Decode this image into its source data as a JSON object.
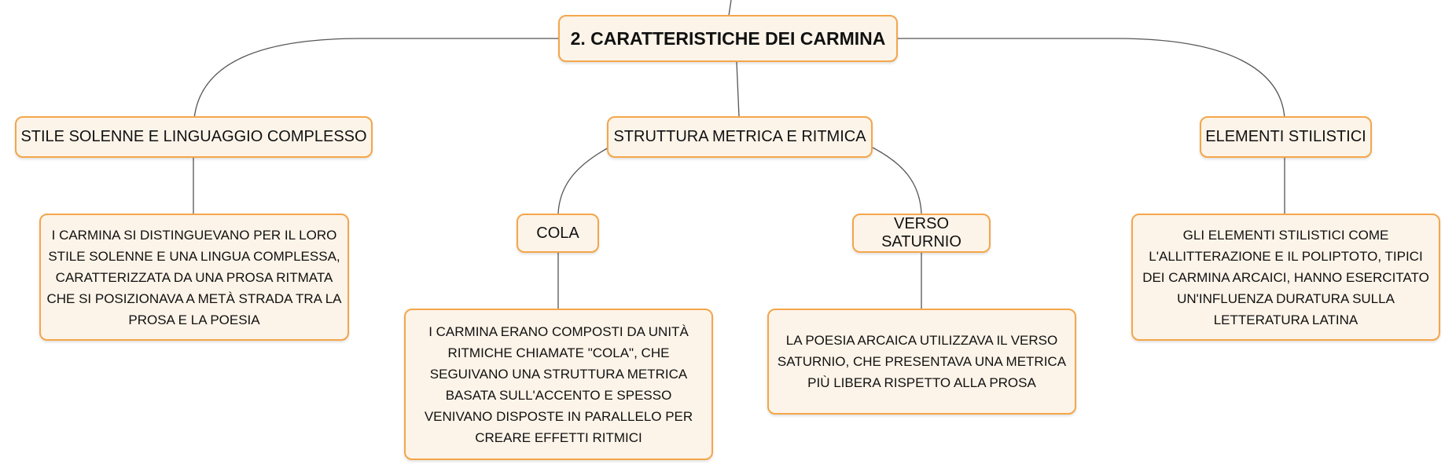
{
  "mindmap": {
    "root": "2. CARATTERISTICHE DEI CARMINA",
    "branches": {
      "stile": {
        "title": "STILE SOLENNE E LINGUAGGIO COMPLESSO",
        "detail": "I CARMINA SI DISTINGUEVANO PER IL LORO STILE SOLENNE E UNA LINGUA COMPLESSA, CARATTERIZZATA DA UNA PROSA RITMATA CHE SI POSIZIONAVA A METÀ STRADA TRA LA PROSA E LA POESIA"
      },
      "struttura": {
        "title": "STRUTTURA METRICA E RITMICA",
        "cola": {
          "title": "COLA",
          "detail": "I CARMINA ERANO COMPOSTI DA UNITÀ RITMICHE CHIAMATE \"COLA\", CHE SEGUIVANO UNA STRUTTURA METRICA BASATA SULL'ACCENTO E SPESSO VENIVANO DISPOSTE IN PARALLELO PER CREARE EFFETTI RITMICI"
        },
        "saturnio": {
          "title": "VERSO SATURNIO",
          "detail": "LA POESIA ARCAICA UTILIZZAVA IL VERSO SATURNIO, CHE PRESENTAVA UNA METRICA PIÙ LIBERA RISPETTO ALLA PROSA"
        }
      },
      "elementi": {
        "title": "ELEMENTI STILISTICI",
        "detail": "GLI ELEMENTI STILISTICI COME L'ALLITTERAZIONE E IL POLIPTOTO, TIPICI DEI CARMINA ARCAICI, HANNO ESERCITATO UN'INFLUENZA DURATURA SULLA LETTERATURA LATINA"
      }
    },
    "colors": {
      "node_border": "#f4a64a",
      "node_fill": "#fdf4e9",
      "connector": "#555555",
      "text": "#111111"
    }
  }
}
